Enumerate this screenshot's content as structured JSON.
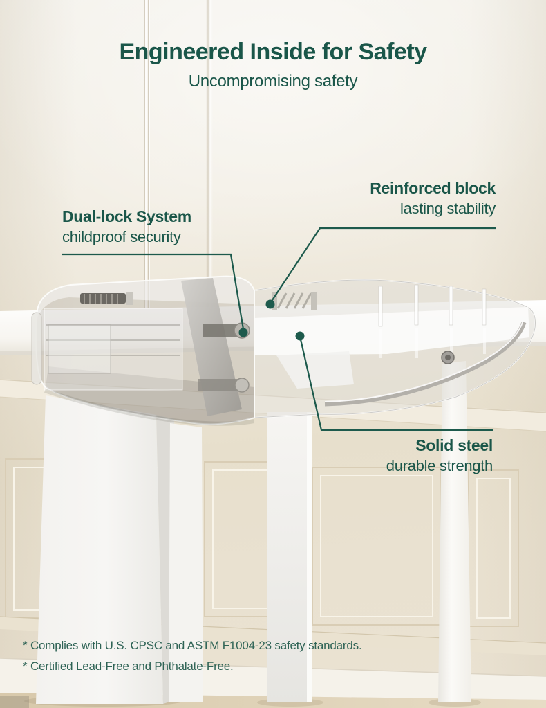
{
  "header": {
    "title": "Engineered Inside for Safety",
    "subtitle": "Uncompromising safety"
  },
  "callouts": {
    "dual_lock": {
      "title": "Dual-lock System",
      "subtitle": "childproof security"
    },
    "reinforced": {
      "title": "Reinforced block",
      "subtitle": "lasting stability"
    },
    "solid_steel": {
      "title": "Solid steel",
      "subtitle": "durable strength"
    }
  },
  "footnotes": {
    "line1": "* Complies with U.S. CPSC and ASTM F1004-23 safety standards.",
    "line2": "* Certified Lead-Free and Phthalate-Free."
  },
  "colors": {
    "accent_green": "#1a5649",
    "line_green": "#1d5a4c",
    "wall_cream": "#ece5d6",
    "rail_white": "#fdfdfc"
  }
}
